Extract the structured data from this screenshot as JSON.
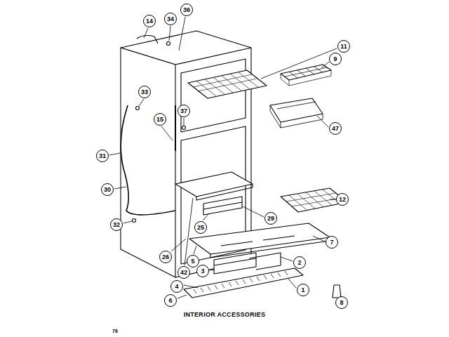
{
  "diagram": {
    "title": "INTERIOR ACCESSORIES",
    "nodes": [
      {
        "text": [
          "14"
        ]
      },
      {
        "text": [
          "34"
        ]
      },
      {
        "text": [
          "36"
        ]
      },
      {
        "text": [
          "11"
        ]
      },
      {
        "text": [
          "9"
        ]
      },
      {
        "text": [
          "33"
        ]
      },
      {
        "text": [
          "15"
        ]
      },
      {
        "text": [
          "37"
        ]
      },
      {
        "text": [
          "47"
        ]
      },
      {
        "text": [
          "31"
        ]
      },
      {
        "text": [
          "30"
        ]
      },
      {
        "text": [
          "12"
        ]
      },
      {
        "text": [
          "32"
        ]
      },
      {
        "text": [
          "25"
        ]
      },
      {
        "text": [
          "29"
        ]
      },
      {
        "text": [
          "7"
        ]
      },
      {
        "text": [
          "26"
        ]
      },
      {
        "text": [
          "5"
        ]
      },
      {
        "text": [
          "2"
        ]
      },
      {
        "text": [
          "3"
        ]
      },
      {
        "text": [
          "42"
        ]
      },
      {
        "text": [
          "4"
        ]
      },
      {
        "text": [
          "1"
        ]
      },
      {
        "text": [
          "6"
        ]
      },
      {
        "text": [
          "8"
        ]
      }
    ],
    "labels": [
      "76"
    ]
  }
}
